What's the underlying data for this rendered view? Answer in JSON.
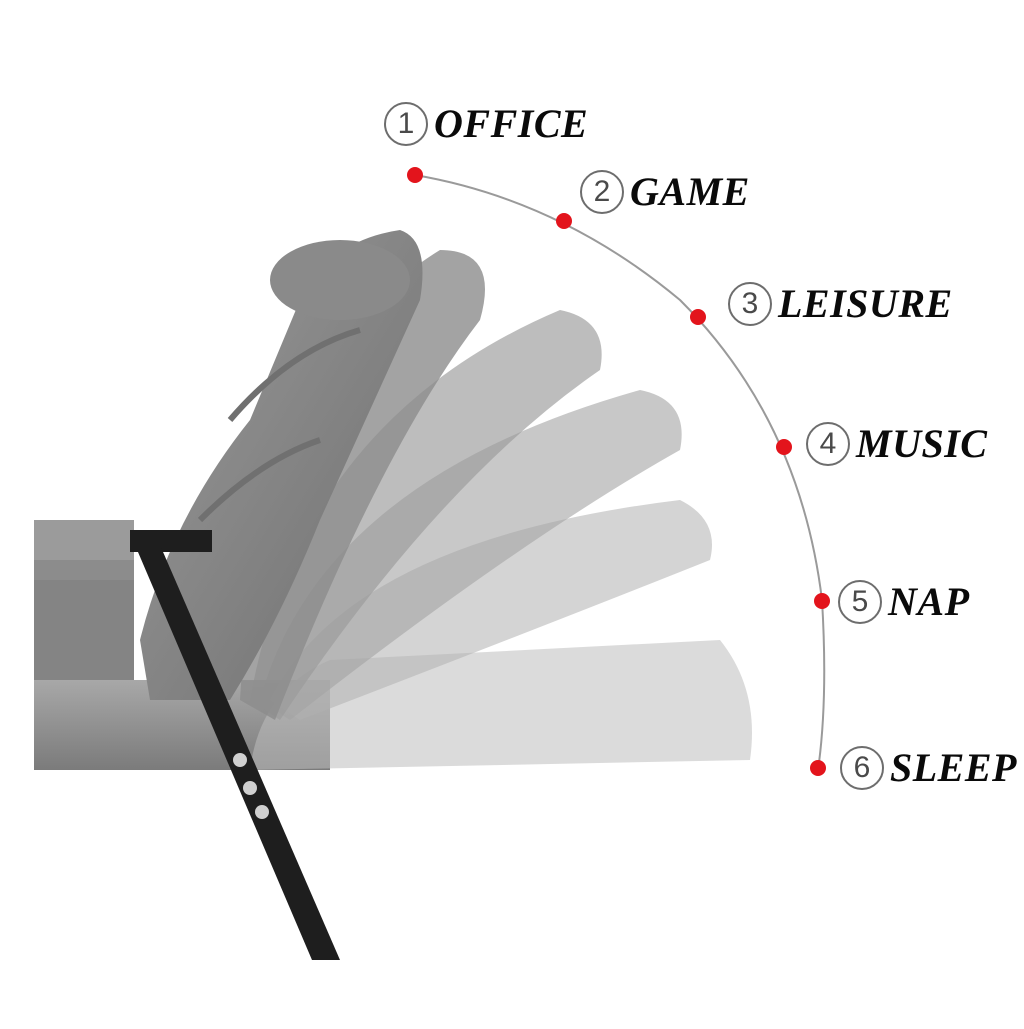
{
  "modes": [
    {
      "number": "1",
      "label": "OFFICE"
    },
    {
      "number": "2",
      "label": "GAME"
    },
    {
      "number": "3",
      "label": "LEISURE"
    },
    {
      "number": "4",
      "label": "MUSIC"
    },
    {
      "number": "5",
      "label": "NAP"
    },
    {
      "number": "6",
      "label": "SLEEP"
    }
  ],
  "colors": {
    "dot": "#e3141c",
    "arc": "#9a9a9a",
    "fabric": "#8f8f8f",
    "frame": "#1e1e1e"
  },
  "icons": {
    "chair": "recliner-sofa-illustration",
    "position_marker": "red-dot-icon"
  }
}
